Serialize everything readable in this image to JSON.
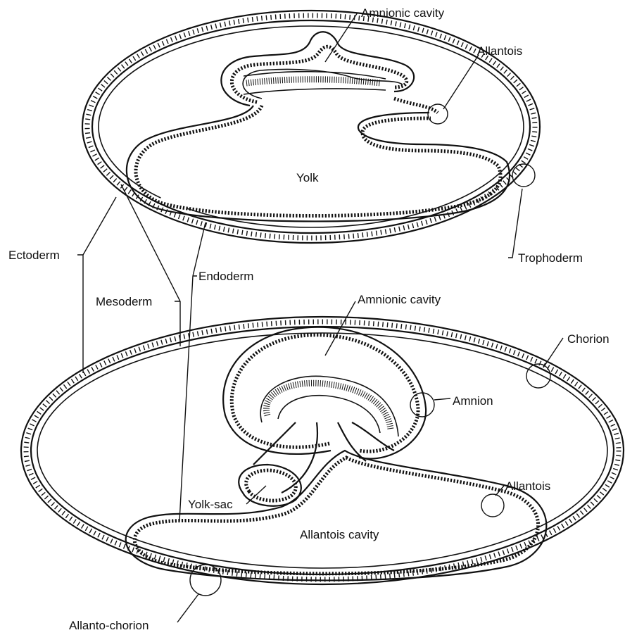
{
  "labels": {
    "top_amnionic_cavity": "Amnionic cavity",
    "top_allantois": "Allantois",
    "yolk": "Yolk",
    "trophoderm": "Trophoderm",
    "ectoderm": "Ectoderm",
    "endoderm": "Endoderm",
    "mesoderm": "Mesoderm",
    "bottom_amnionic_cavity": "Amnionic cavity",
    "chorion": "Chorion",
    "amnion": "Amnion",
    "bottom_allantois": "Allantois",
    "yolk_sac": "Yolk-sac",
    "allantois_cavity": "Allantois cavity",
    "allanto_chorion": "Allanto-chorion"
  }
}
